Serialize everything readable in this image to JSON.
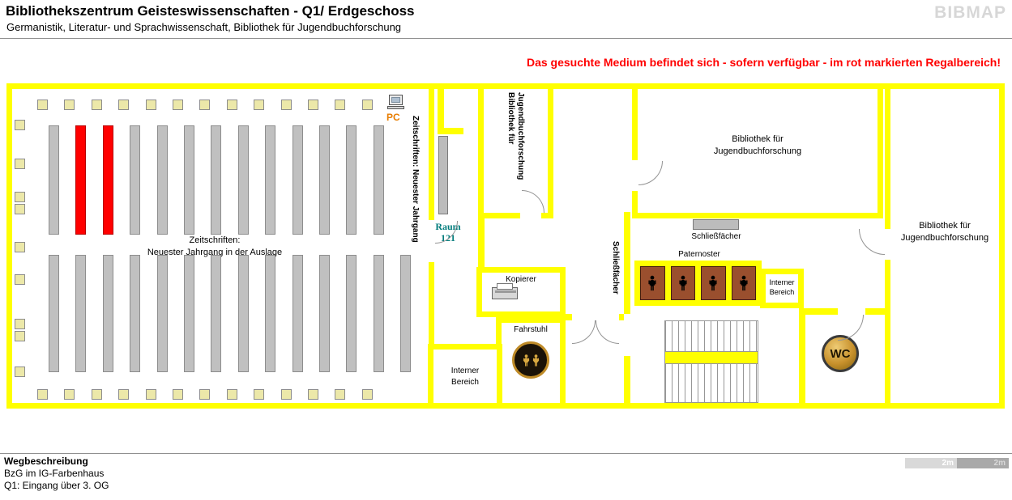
{
  "header": {
    "title": "Bibliothekszentrum Geisteswissenschaften - Q1/ Erdgeschoss",
    "subtitle": "Germanistik, Literatur- und Sprachwissenschaft, Bibliothek für Jugendbuchforschung",
    "logo": "BIBMAP"
  },
  "notice": "Das gesuchte Medium befindet sich - sofern verfügbar -  im rot markierten Regalbereich!",
  "map": {
    "colors": {
      "wall": "#ffff00",
      "highlight": "#ff0000",
      "shelf_gray": "#c0c0c0",
      "locker_gray": "#bcbcbc"
    },
    "main_hall": {
      "center_label_line1": "Zeitschriften:",
      "center_label_line2": "Neuester Jahrgang in der Auslage",
      "side_label": "Zeitschriften: Neuester Jahrgang",
      "pc_label": "PC",
      "shelf_rows": [
        {
          "row": "top",
          "count": 13,
          "red_indices": [
            1,
            2
          ]
        },
        {
          "row": "bottom",
          "count": 14,
          "red_indices": []
        }
      ]
    },
    "labels": {
      "raum121_line1": "Raum",
      "raum121_line2": "121",
      "jugendbuch_vertical_line1": "Bibliothek für",
      "jugendbuch_vertical_line2": "Jugendbuchforschung",
      "jugendbuch_top_line1": "Bibliothek für",
      "jugendbuch_top_line2": "Jugendbuchforschung",
      "jugendbuch_right_line1": "Bibliothek für",
      "jugendbuch_right_line2": "Jugendbuchforschung",
      "schliessfaecher_lockers": "Schließfächer",
      "schliessfaecher_vertical": "Schließfächer",
      "paternoster": "Paternoster",
      "interner_left_line1": "Interner",
      "interner_left_line2": "Bereich",
      "interner_right_line1": "Interner",
      "interner_right_line2": "Bereich",
      "kopierer": "Kopierer",
      "fahrstuhl": "Fahrstuhl",
      "wc": "WC"
    }
  },
  "footer": {
    "heading": "Wegbeschreibung",
    "line1": "BzG im IG-Farbenhaus",
    "line2": "Q1: Eingang über 3. OG",
    "scale_left": "2m",
    "scale_right": "2m"
  }
}
